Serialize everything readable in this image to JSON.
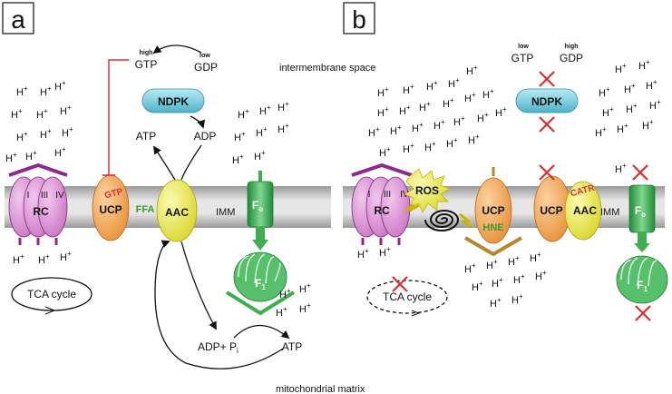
{
  "panels": {
    "a": {
      "letter": "a"
    },
    "b": {
      "letter": "b"
    }
  },
  "compartments": {
    "intermembrane": "intermembrane space",
    "matrix": "mitochondrial matrix",
    "imm": "IMM"
  },
  "labels": {
    "high": "high",
    "low": "low",
    "gtp": "GTP",
    "gdp": "GDP",
    "atp": "ATP",
    "adp": "ADP",
    "ndpk": "NDPK",
    "rc": "RC",
    "complex1": "I",
    "complex3": "III",
    "complex4": "IV",
    "ucp": "UCP",
    "gtp_inhibitor": "GTP",
    "ffa": "FFA",
    "aac": "AAC",
    "fo": "F",
    "fo_sub": "o",
    "f1": "F",
    "f1_sub": "1",
    "adp_pi": "ADP+ P",
    "pi_sub": "i",
    "tca": "TCA cycle",
    "ros": "ROS",
    "hne": "HNE",
    "catr": "CATR",
    "proton": "H",
    "plus": "+"
  },
  "colors": {
    "membrane": "#bdbdbd",
    "rc": "#d98fd0",
    "rc_dark": "#7a2d7a",
    "ucp": "#f0a04a",
    "aac": "#e8e83a",
    "ndpk": "#6cc6d8",
    "atp_synthase": "#3fae4f",
    "inhibit": "#d83030",
    "ffa": "#3a9a2a",
    "hne": "#3a9a2a",
    "ros": "#f7e45a",
    "cross": "#d83030",
    "bracket": "#b8862c"
  },
  "icons": [
    "red-cross-icon",
    "spiral-icon",
    "ros-burst-icon",
    "inhibition-bar-icon"
  ]
}
